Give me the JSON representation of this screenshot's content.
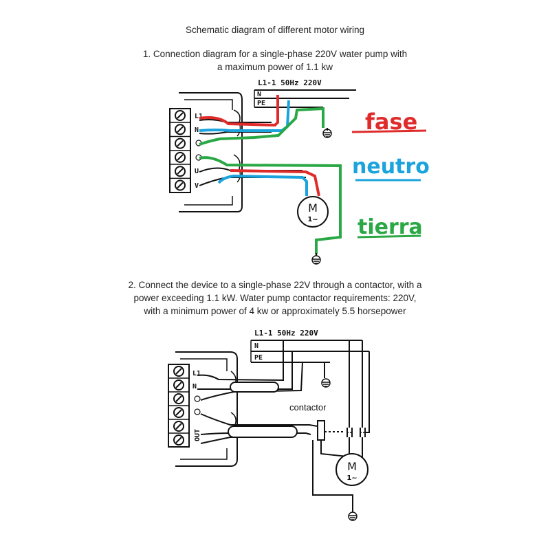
{
  "main_title": "Schematic diagram of different motor wiring",
  "section1": {
    "caption_line1": "1. Connection diagram for a single-phase 220V water pump with",
    "caption_line2": "a maximum power of 1.1 kw",
    "supply_label": "L1-1  50Hz   220V",
    "n_label": "N",
    "pe_label": "PE",
    "terminals": [
      "L1",
      "N",
      "",
      "",
      "U",
      "V"
    ],
    "motor_label": "M",
    "motor_sub": "1~",
    "legend": [
      {
        "text": "fase",
        "color": "#e02b2b"
      },
      {
        "text": "neutro",
        "color": "#1aa3dc"
      },
      {
        "text": "tierra",
        "color": "#2aa845"
      }
    ]
  },
  "section2": {
    "caption_line1": "2. Connect the device to a single-phase 22V through a contactor, with a",
    "caption_line2": "power exceeding 1.1 kW. Water pump contactor requirements: 220V,",
    "caption_line3": "with a minimum power of 4 kw or approximately 5.5 horsepower",
    "supply_label": "L1-1  50Hz   220V",
    "n_label": "N",
    "pe_label": "PE",
    "terminals": [
      "L1",
      "N",
      "",
      "",
      "",
      ""
    ],
    "out_label": "OUT",
    "contactor_label": "contactor",
    "motor_label": "M",
    "motor_sub": "1~"
  },
  "colors": {
    "phase": "#e02b2b",
    "neutral": "#1aa3dc",
    "earth": "#2aa845",
    "ink": "#111111"
  }
}
